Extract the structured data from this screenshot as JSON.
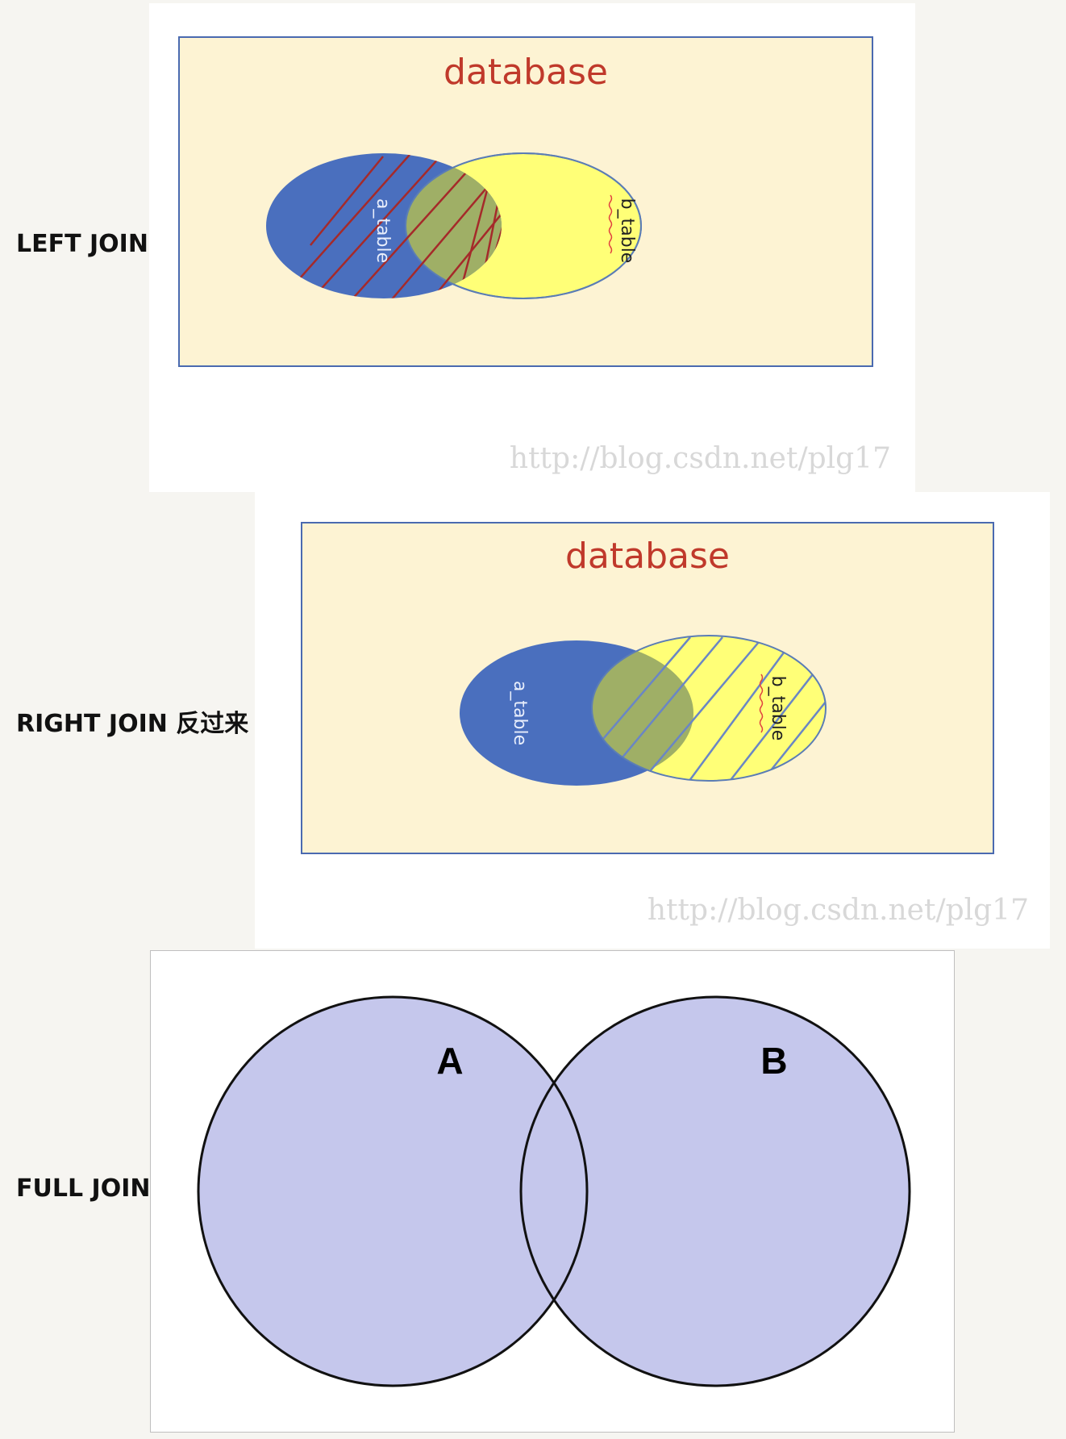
{
  "sections": [
    {
      "label": "LEFT JOIN",
      "diagram": {
        "title": "database",
        "left_table": "a_table",
        "right_table": "b_table",
        "highlighted": "a_table",
        "watermark": "http://blog.csdn.net/plg17"
      }
    },
    {
      "label": "RIGHT JOIN 反过来",
      "diagram": {
        "title": "database",
        "left_table": "a_table",
        "right_table": "b_table",
        "highlighted": "b_table",
        "watermark": "http://blog.csdn.net/plg17"
      }
    },
    {
      "label": "FULL JOIN",
      "diagram": {
        "left_set": "A",
        "right_set": "B"
      }
    }
  ],
  "colors": {
    "page_background": "#f6f5f1",
    "database_fill": "#fdf3d3",
    "database_border": "#4a6ab0",
    "database_title": "#c0392b",
    "a_table_fill": "#4a6fbe",
    "b_table_fill": "#ffff77",
    "overlap_fill": "#9faf66",
    "left_hatch": "#a52a2a",
    "right_hatch": "#6a86c4",
    "full_join_fill": "#c5c7ec"
  }
}
